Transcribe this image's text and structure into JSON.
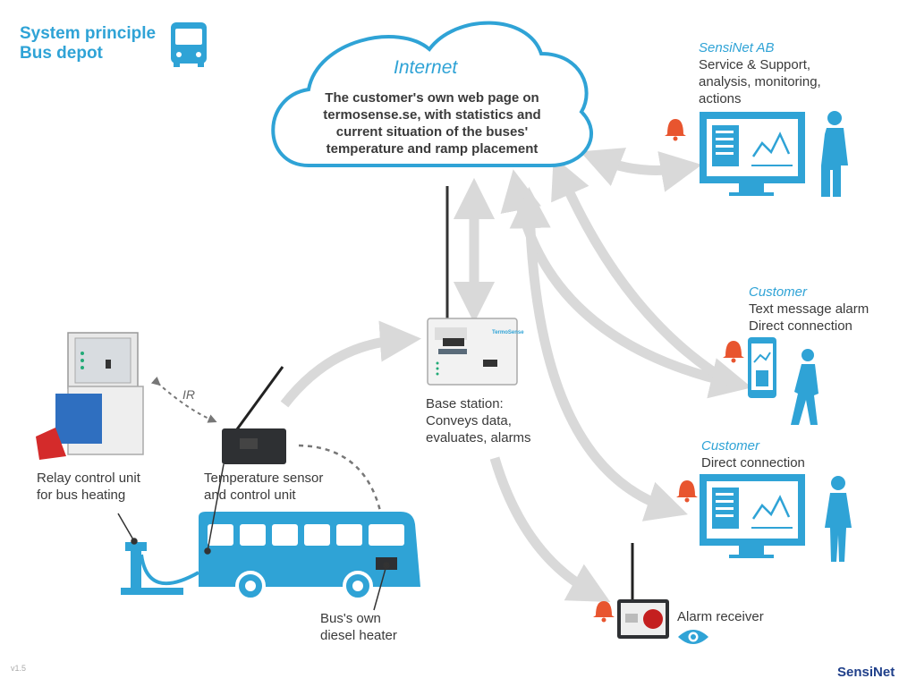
{
  "header": {
    "title_line1": "System principle",
    "title_line2": "Bus depot"
  },
  "cloud": {
    "title": "Internet",
    "lines": [
      "The customer's own web page on",
      "termosense.se, with statistics and",
      "current situation of the buses'",
      "temperature and ramp placement"
    ]
  },
  "sensinet": {
    "company": "SensiNet AB",
    "lines": [
      "Service & Support,",
      "analysis, monitoring,",
      "actions"
    ]
  },
  "customer_sms": {
    "title": "Customer",
    "lines": [
      "Text message alarm",
      "Direct connection"
    ]
  },
  "customer_direct": {
    "title": "Customer",
    "lines": [
      "Direct connection"
    ]
  },
  "base_station": {
    "lines": [
      "Base station:",
      "Conveys data,",
      "evaluates, alarms"
    ],
    "brand": "TermoSense"
  },
  "relay": {
    "lines": [
      "Relay control unit",
      "for bus heating"
    ]
  },
  "sensor": {
    "lines": [
      "Temperature sensor",
      "and control unit"
    ]
  },
  "ir_label": "IR",
  "heater": {
    "lines": [
      "Bus's own",
      "diesel heater"
    ]
  },
  "alarm_receiver": {
    "label": "Alarm receiver"
  },
  "footer": {
    "version": "v1.5",
    "logo": "SensiNet"
  },
  "colors": {
    "accent": "#2fa3d6",
    "arrow": "#d9d9d9",
    "alarm": "#e8552f",
    "text": "#3a3a3a"
  },
  "icons": [
    "bus-icon",
    "bell-icon",
    "monitor-icon",
    "phone-icon",
    "person-icon",
    "eye-icon",
    "antenna-icon"
  ]
}
